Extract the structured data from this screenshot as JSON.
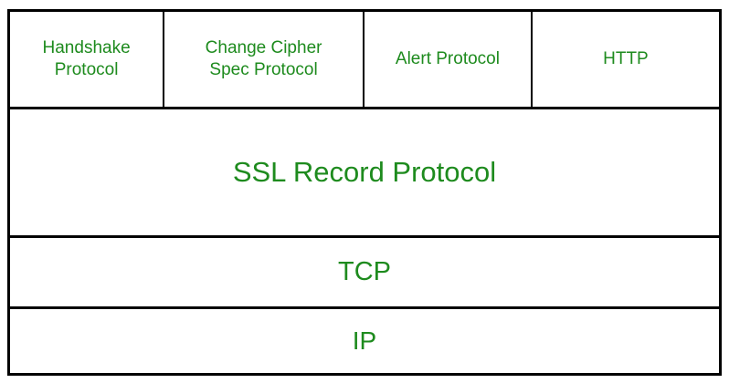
{
  "diagram": {
    "colors": {
      "text": "#1e8b1e",
      "border": "#000000",
      "background": "#ffffff"
    },
    "top_row": [
      {
        "label": "Handshake Protocol"
      },
      {
        "label": "Change Cipher Spec Protocol"
      },
      {
        "label": "Alert Protocol"
      },
      {
        "label": "HTTP"
      }
    ],
    "layers": [
      {
        "label": "SSL Record Protocol"
      },
      {
        "label": "TCP"
      },
      {
        "label": "IP"
      }
    ]
  }
}
